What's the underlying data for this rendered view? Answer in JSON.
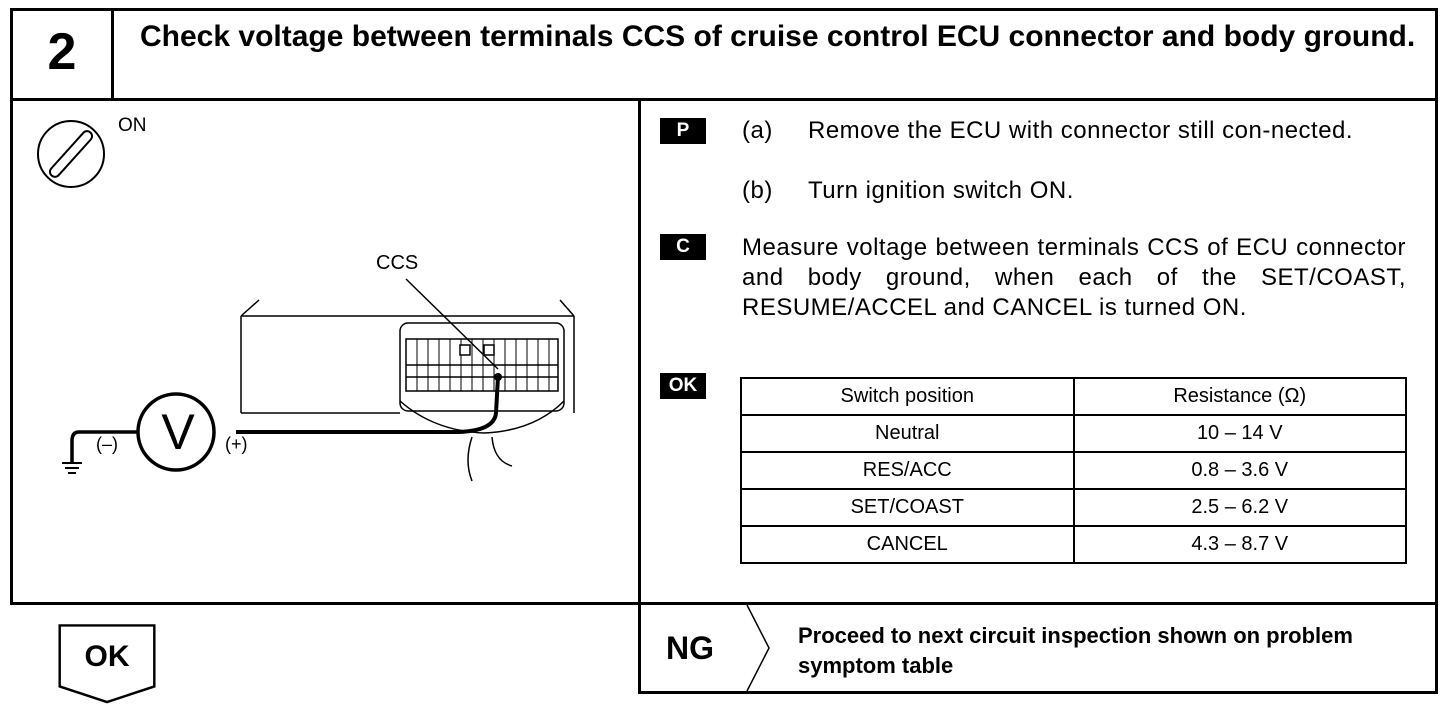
{
  "step": {
    "number": "2",
    "title": "Check voltage between terminals CCS of cruise control ECU connector and body ground."
  },
  "illustration": {
    "ignition_label": "ON",
    "connector_label": "CCS",
    "meter_symbol": "V",
    "terminal_negative": "(–)",
    "terminal_positive": "(+)"
  },
  "instructions": {
    "prepare_badge": "P",
    "steps": [
      {
        "label": "(a)",
        "text": "Remove the ECU with connector still con-nected."
      },
      {
        "label": "(b)",
        "text": "Turn ignition switch ON."
      }
    ],
    "check_badge": "C",
    "check_text": "Measure voltage between terminals CCS of ECU connector and body ground, when each of the SET/COAST, RESUME/ACCEL and CANCEL is turned ON.",
    "ok_badge": "OK"
  },
  "spec_table": {
    "headers": [
      "Switch position",
      "Resistance (Ω)"
    ],
    "rows": [
      [
        "Neutral",
        "10 – 14 V"
      ],
      [
        "RES/ACC",
        "0.8 – 3.6 V"
      ],
      [
        "SET/COAST",
        "2.5 – 6.2 V"
      ],
      [
        "CANCEL",
        "4.3 – 8.7 V"
      ]
    ]
  },
  "result": {
    "ok_label": "OK",
    "ng_label": "NG",
    "ng_message": "Proceed to next circuit inspection shown on problem symptom table"
  }
}
